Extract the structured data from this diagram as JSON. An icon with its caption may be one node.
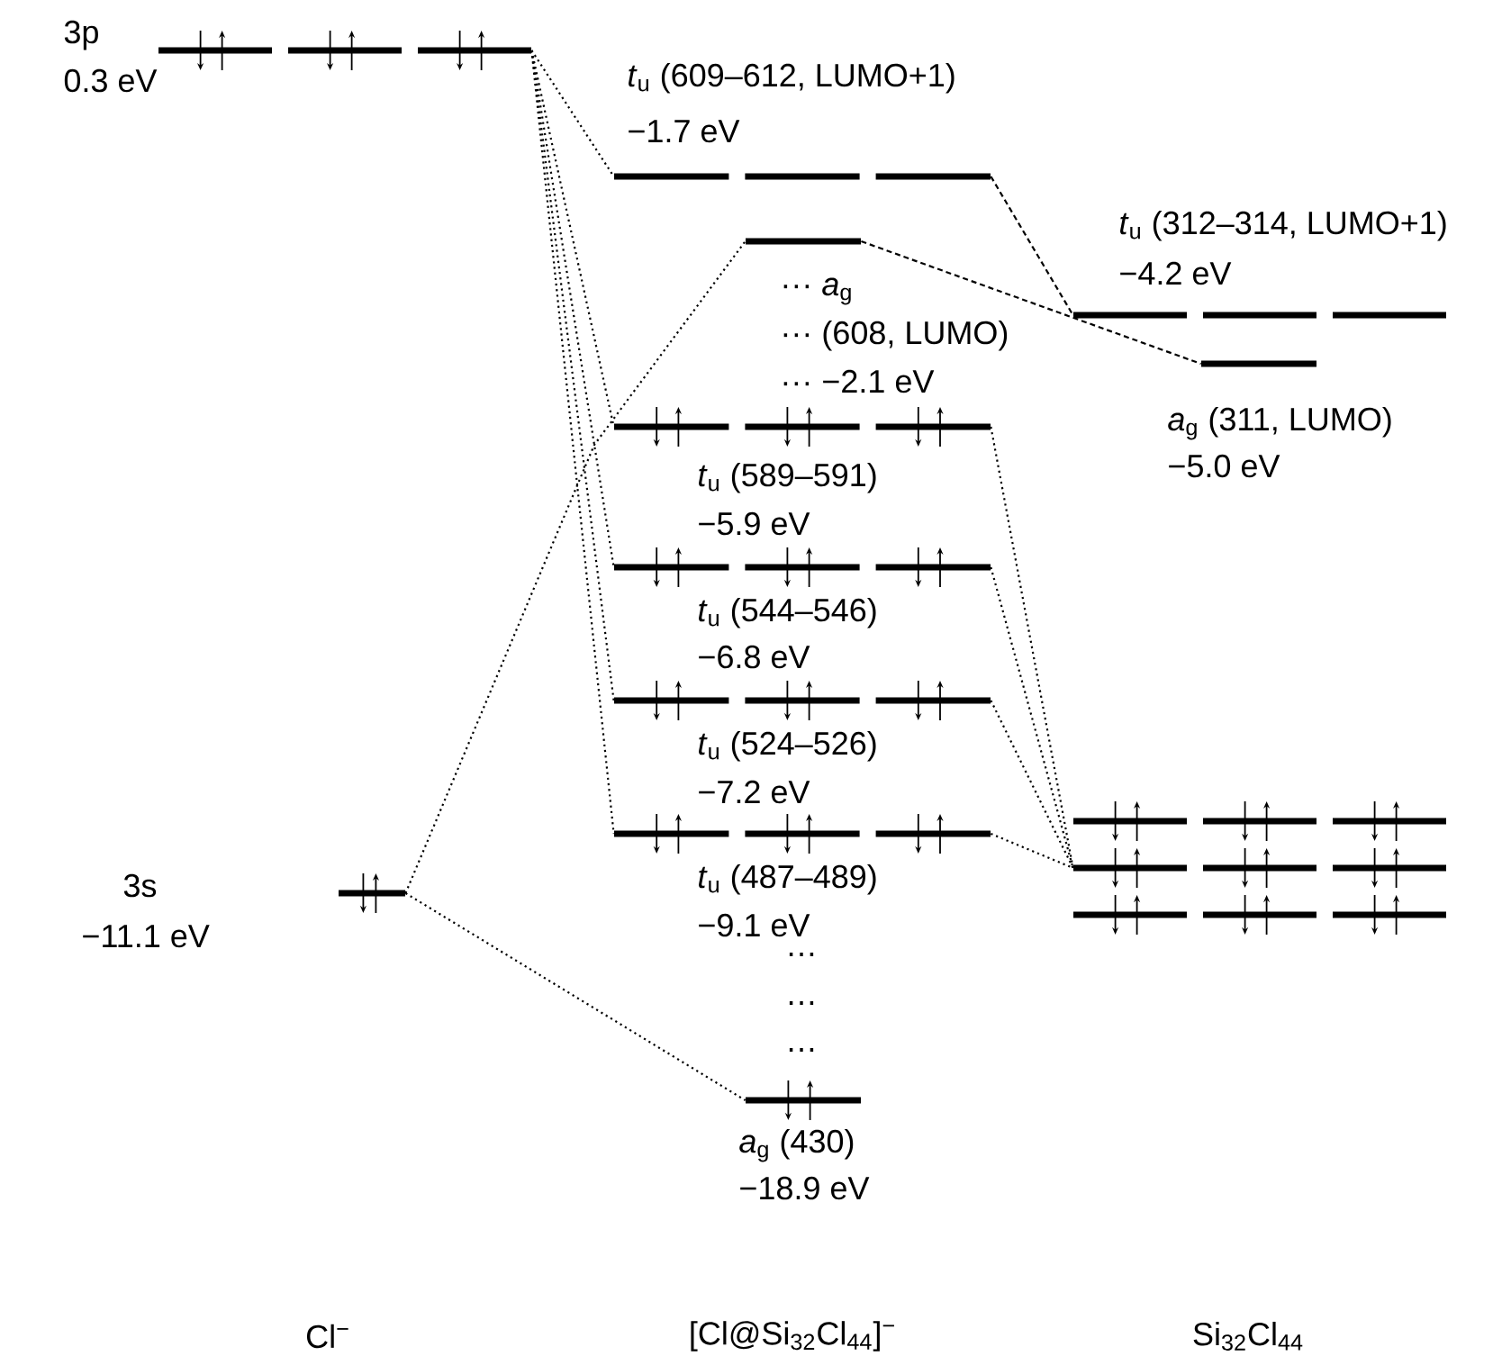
{
  "diagram": {
    "nodes": [
      {
        "text": [],
        "shape": "bar",
        "beside": [
          "3p",
          "0.3 eV"
        ]
      },
      {
        "text": [],
        "shape": "bar",
        "beside": [
          "3s",
          "−11.1 eV"
        ]
      },
      {
        "text": [],
        "shape": "bar",
        "beside": [
          "*t*$_{u}$ (609–612, LUMO+1)",
          "−1.7 eV"
        ]
      },
      {
        "text": [],
        "shape": "bar",
        "beside": [
          "··· *a*$_{g}$",
          "··· (608, LUMO)",
          "··· −2.1 eV"
        ]
      },
      {
        "text": [],
        "shape": "bar",
        "beside": [
          "*t*$_{u}$ (589–591)",
          "−5.9 eV"
        ]
      },
      {
        "text": [],
        "shape": "bar",
        "beside": [
          "*t*$_{u}$ (544–546)",
          "−6.8 eV"
        ]
      },
      {
        "text": [],
        "shape": "bar",
        "beside": [
          "*t*$_{u}$ (524–526)",
          "−7.2 eV"
        ]
      },
      {
        "text": [],
        "shape": "bar",
        "beside": [
          "*t*$_{u}$ (487–489)",
          "−9.1 eV"
        ]
      },
      {
        "text": [],
        "shape": "bar",
        "beside": [
          "*a*$_{g}$ (430)",
          "−18.9 eV"
        ]
      },
      {
        "text": [],
        "shape": "bar",
        "beside": [
          "*t*$_{u}$ (312–314, LUMO+1)",
          "−4.2 eV"
        ]
      },
      {
        "text": [],
        "shape": "bar",
        "beside": [
          "*a*$_{g}$ (311, LUMO)",
          "−5.0 eV"
        ]
      },
      {
        "text": [],
        "shape": "bar"
      },
      {
        "text": [],
        "shape": "bar"
      },
      {
        "text": [],
        "shape": "bar"
      }
    ],
    "edges": [
      {
        "from": 0,
        "to": 2,
        "arrow": "none"
      },
      {
        "from": 0,
        "to": 4,
        "arrow": "none"
      },
      {
        "from": 0,
        "to": 5,
        "arrow": "none"
      },
      {
        "from": 0,
        "to": 6,
        "arrow": "none"
      },
      {
        "from": 0,
        "to": 7,
        "arrow": "none"
      },
      {
        "from": 1,
        "to": 3,
        "arrow": "none"
      },
      {
        "from": 1,
        "to": 8,
        "arrow": "none"
      },
      {
        "from": 2,
        "to": 9,
        "arrow": "none",
        "style": "dashed"
      },
      {
        "from": 3,
        "to": 10,
        "arrow": "none",
        "style": "dashed"
      },
      {
        "from": 4,
        "to": 12,
        "arrow": "none"
      },
      {
        "from": 5,
        "to": 12,
        "arrow": "none"
      },
      {
        "from": 6,
        "to": 12,
        "arrow": "none"
      },
      {
        "from": 7,
        "to": 12,
        "arrow": "none"
      }
    ],
    "labels": [
      "…",
      "…",
      "…",
      "Cl$^{−}$",
      "[Cl@Si$_{32}$Cl$_{44}$]$^{−}$",
      "Si$_{32}$Cl$_{44}$"
    ]
  }
}
